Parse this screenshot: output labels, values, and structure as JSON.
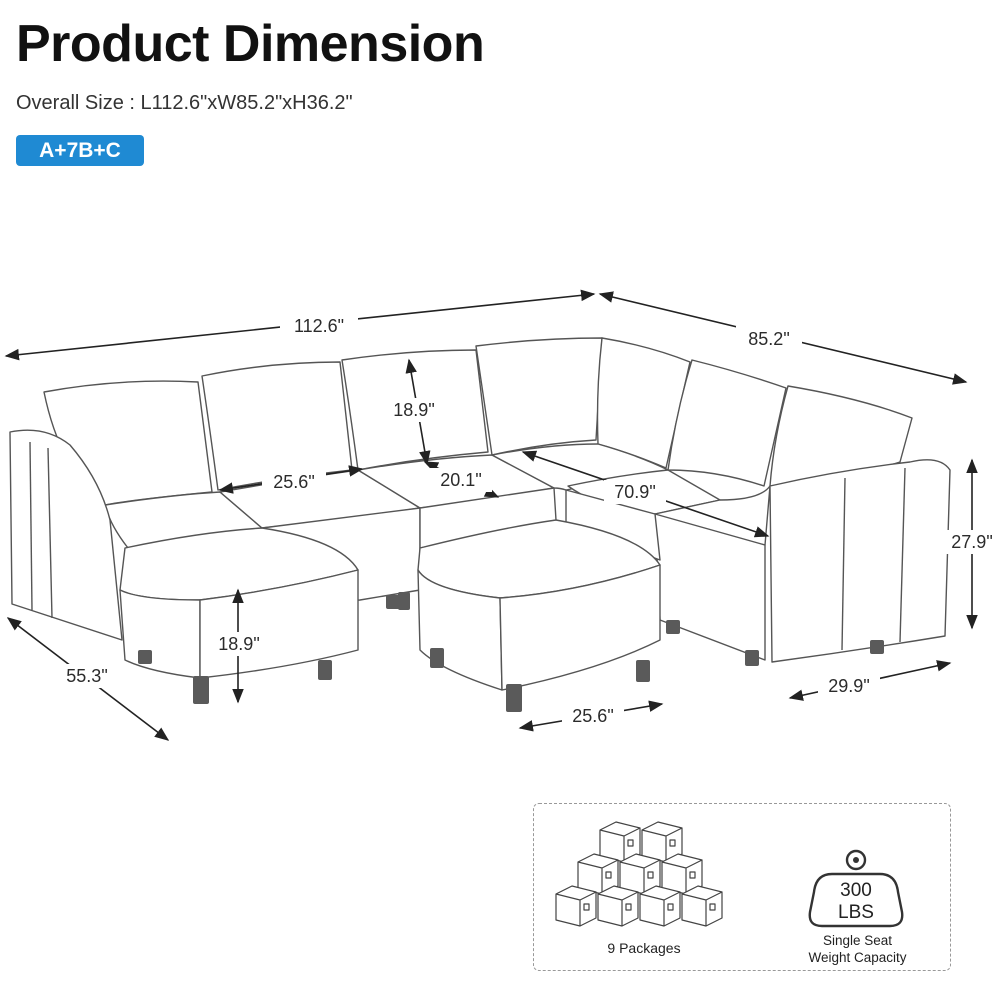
{
  "header": {
    "title": "Product Dimension",
    "overall_size": "Overall Size : L112.6\"xW85.2\"xH36.2\"",
    "config_badge": "A+7B+C",
    "badge_color": "#1f8ad3"
  },
  "dimensions": {
    "overall_length": "112.6\"",
    "overall_width": "85.2\"",
    "back_height": "18.9\"",
    "seat_width": "25.6\"",
    "seat_depth": "20.1\"",
    "corner_span": "70.9\"",
    "total_height": "27.9\"",
    "chaise_depth": "55.3\"",
    "ottoman_height": "18.9\"",
    "ottoman_width": "25.6\"",
    "arm_depth": "29.9\""
  },
  "info": {
    "packages_label": "9 Packages",
    "weight_value": "300",
    "weight_unit": "LBS",
    "capacity_label_line1": "Single Seat",
    "capacity_label_line2": "Weight Capacity",
    "package_icon": "box-stack-icon",
    "weight_icon": "weight-icon"
  }
}
